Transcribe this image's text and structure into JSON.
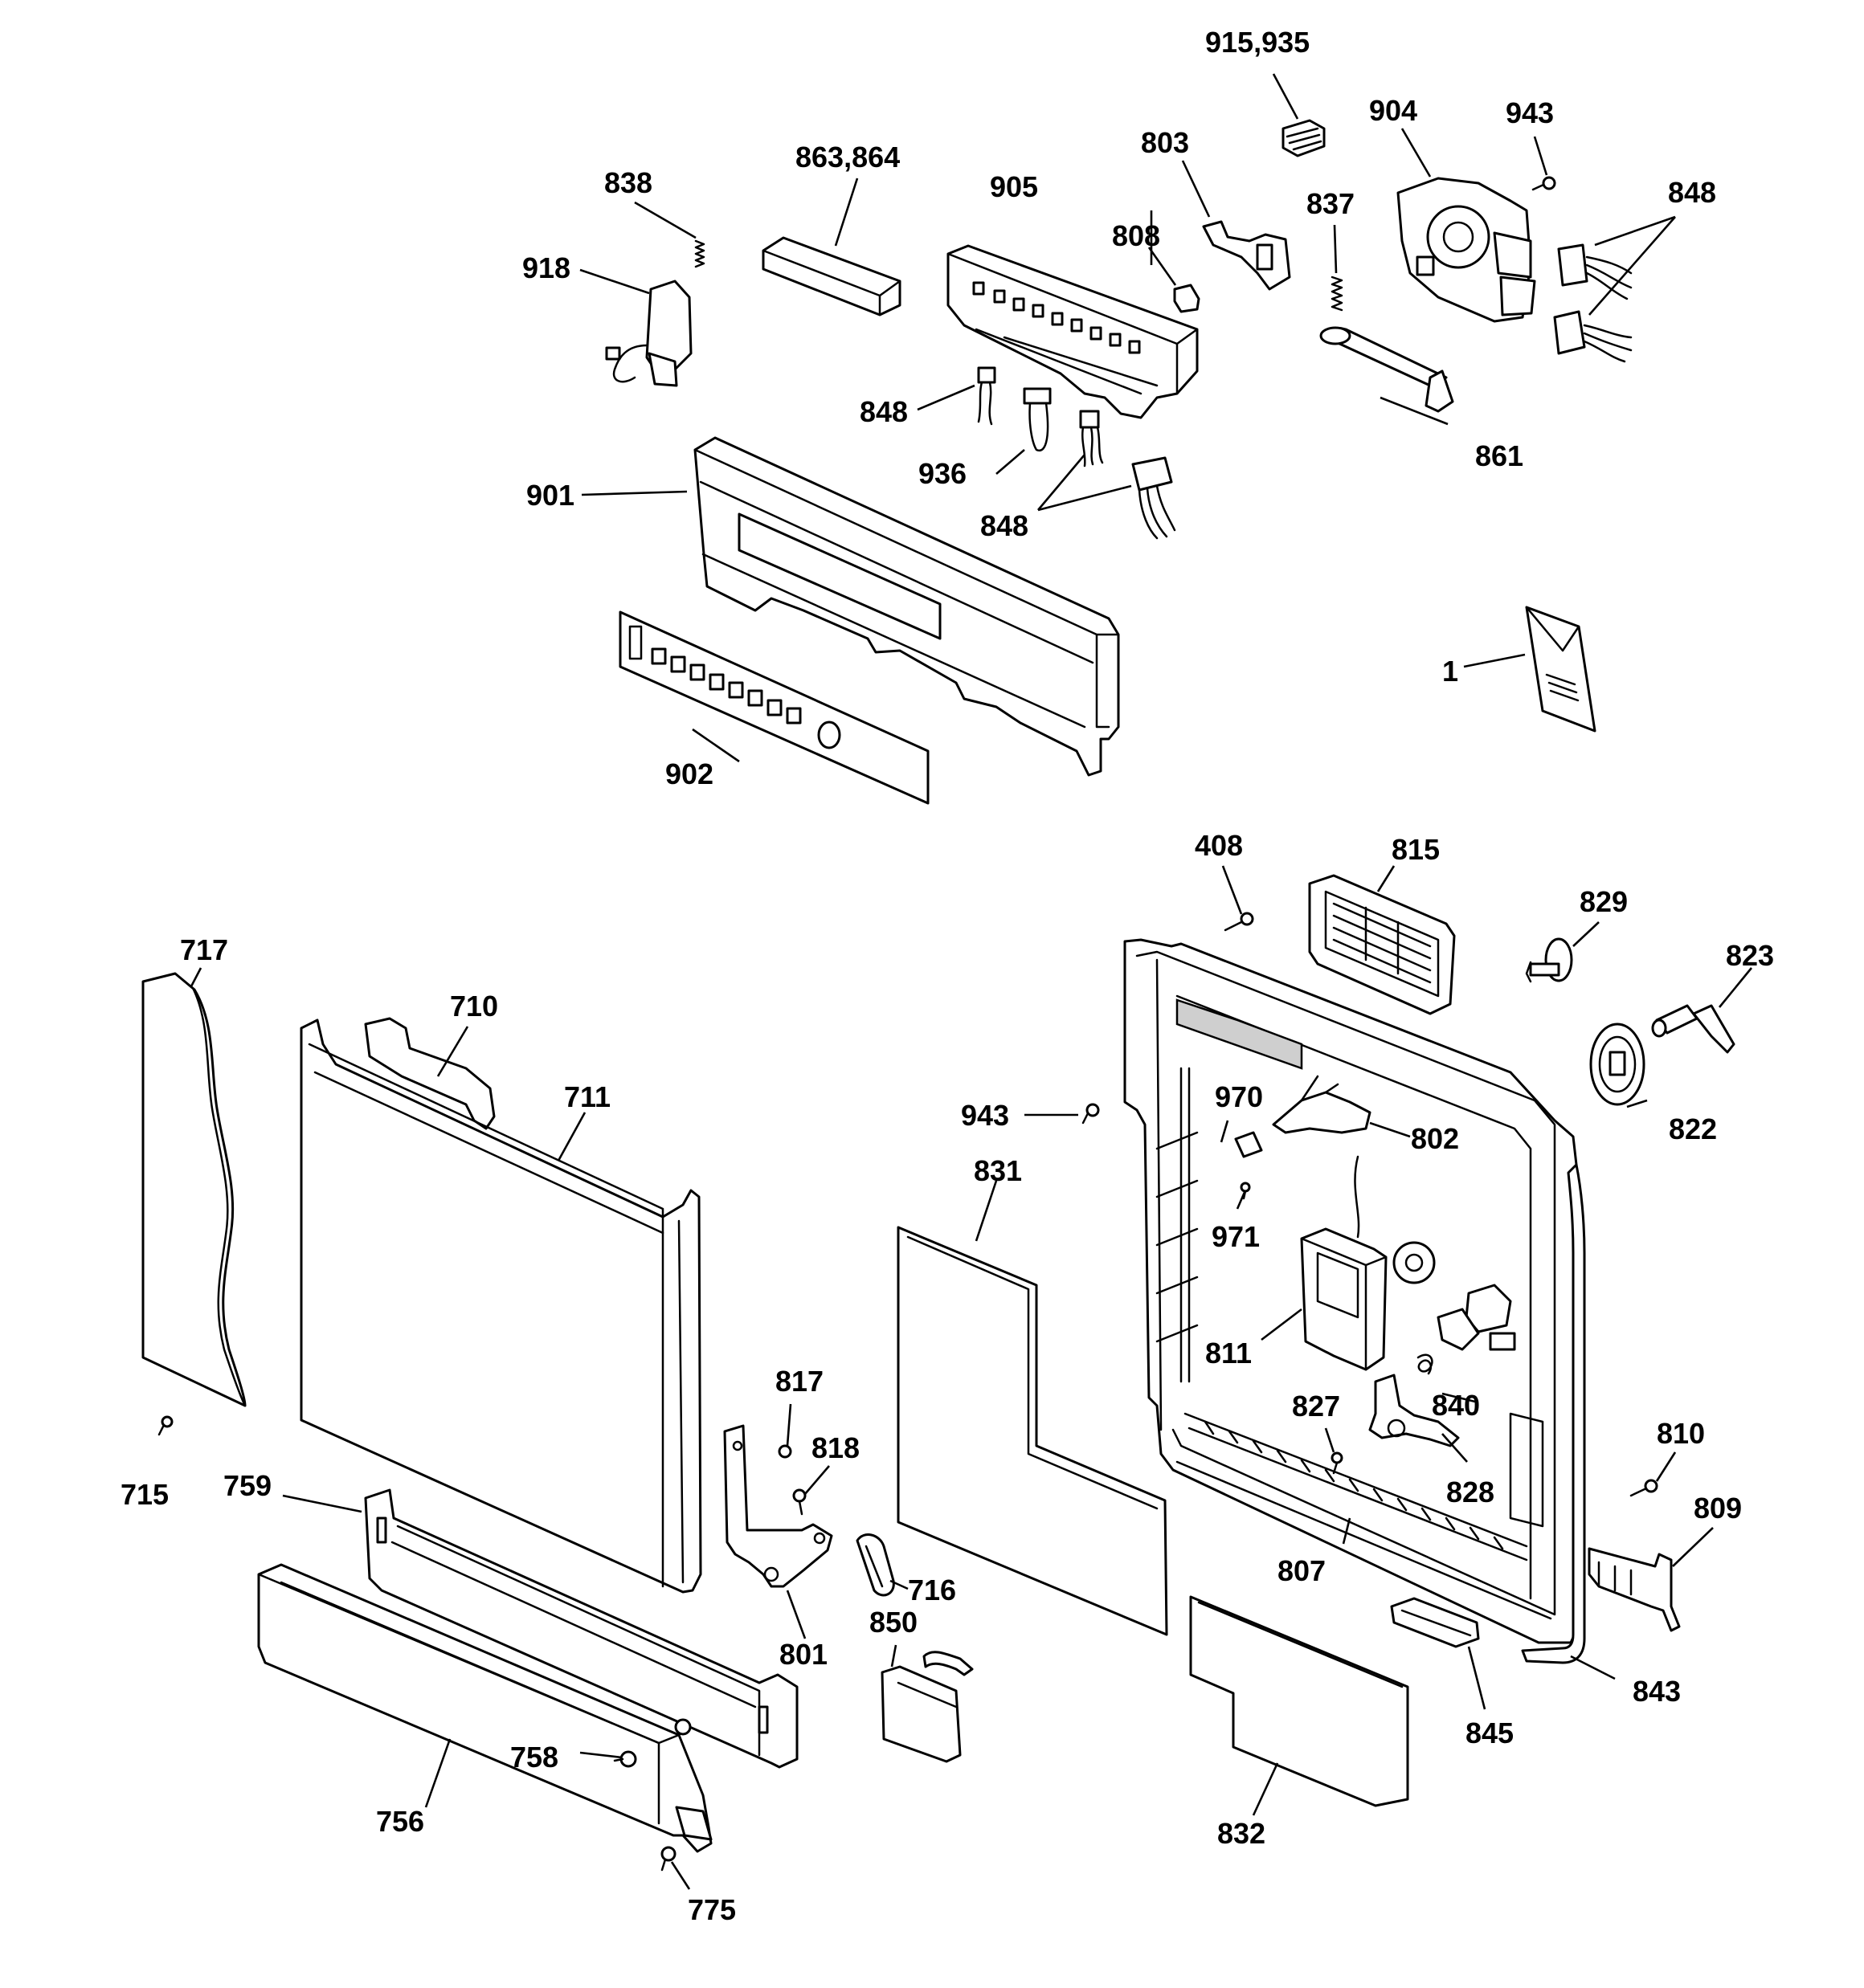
{
  "callouts": {
    "c_915_935": "915,935",
    "c_904": "904",
    "c_943_top": "943",
    "c_848_tr": "848",
    "c_803": "803",
    "c_863_864": "863,864",
    "c_838": "838",
    "c_905": "905",
    "c_808": "808",
    "c_837": "837",
    "c_918": "918",
    "c_848_ml": "848",
    "c_936": "936",
    "c_861": "861",
    "c_901": "901",
    "c_848_mc": "848",
    "c_1": "1",
    "c_902": "902",
    "c_408": "408",
    "c_815": "815",
    "c_829": "829",
    "c_823": "823",
    "c_717": "717",
    "c_710": "710",
    "c_711": "711",
    "c_943_mid": "943",
    "c_970": "970",
    "c_802": "802",
    "c_822": "822",
    "c_831": "831",
    "c_971": "971",
    "c_811": "811",
    "c_817": "817",
    "c_818": "818",
    "c_827": "827",
    "c_840": "840",
    "c_810": "810",
    "c_715": "715",
    "c_759": "759",
    "c_828": "828",
    "c_809": "809",
    "c_807": "807",
    "c_716": "716",
    "c_801": "801",
    "c_850": "850",
    "c_843": "843",
    "c_845": "845",
    "c_758": "758",
    "c_756": "756",
    "c_832": "832",
    "c_775": "775"
  }
}
